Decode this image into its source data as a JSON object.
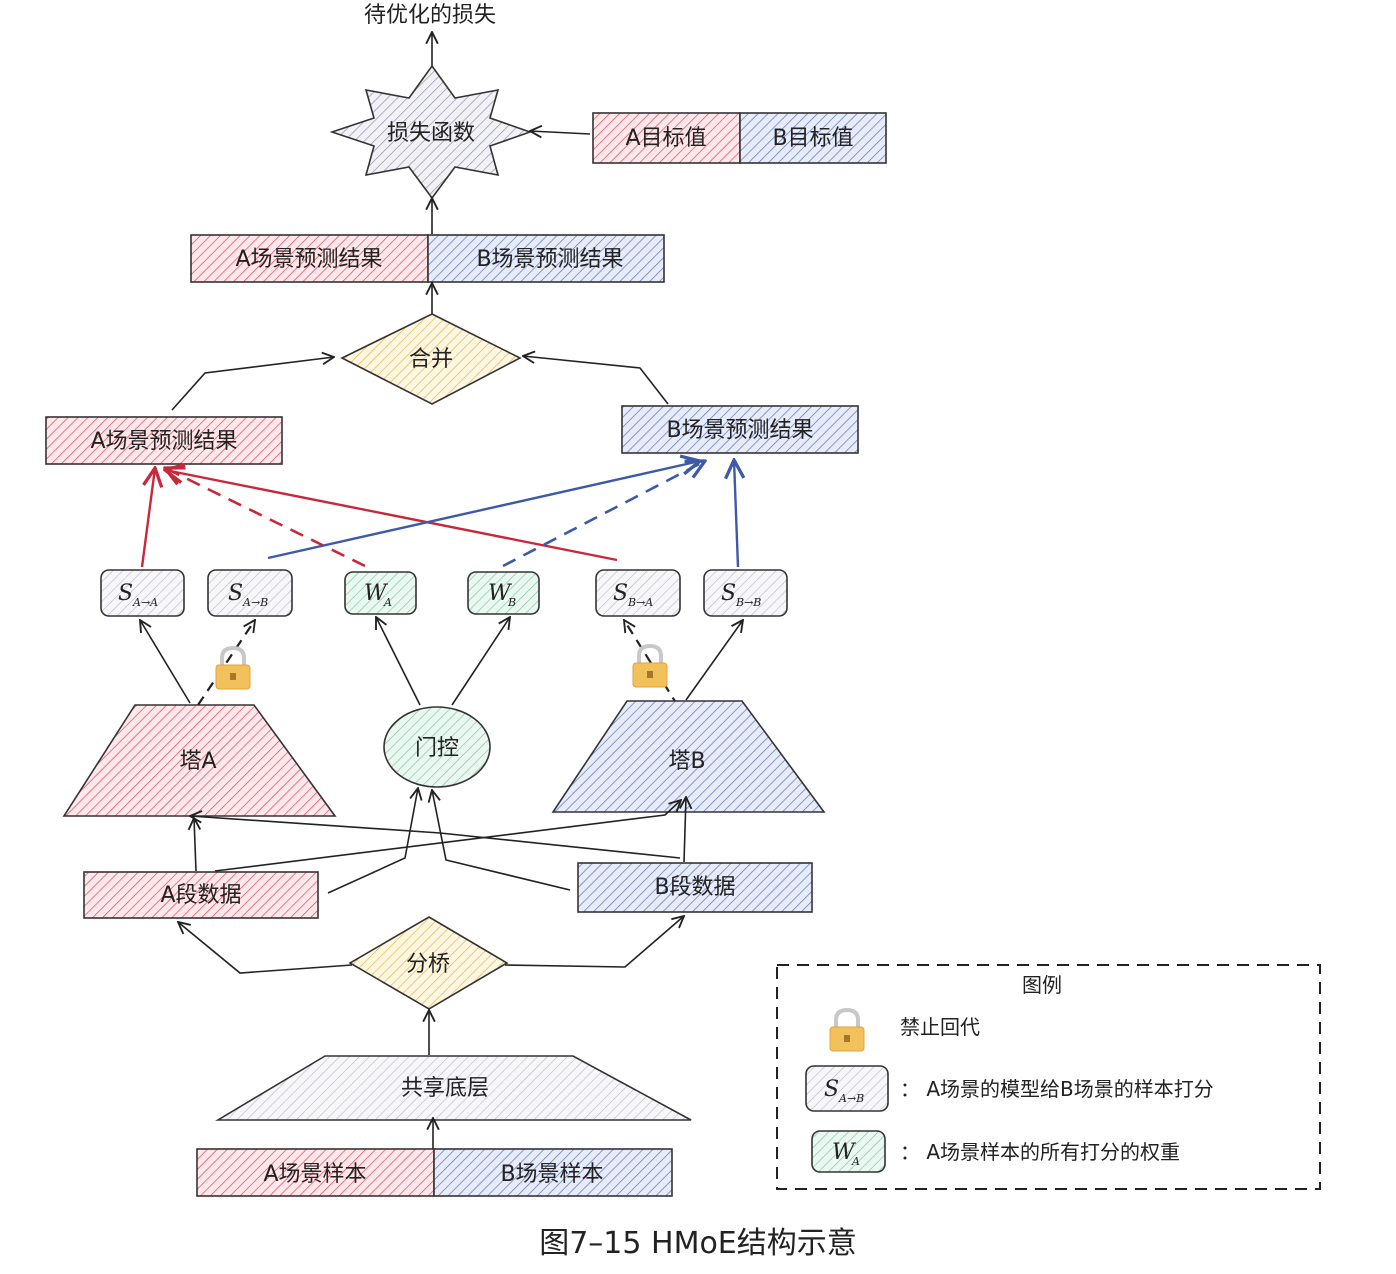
{
  "top_label": "待优化的损失",
  "loss_function": "损失函数",
  "targets": {
    "a": "A目标值",
    "b": "B目标值"
  },
  "merged_results": {
    "a": "A场景预测结果",
    "b": "B场景预测结果"
  },
  "merge": "合并",
  "scene_results": {
    "a": "A场景预测结果",
    "b": "B场景预测结果"
  },
  "scores": [
    {
      "main": "S",
      "sub": "A→A"
    },
    {
      "main": "S",
      "sub": "A→B"
    },
    {
      "main": "W",
      "sub": "A"
    },
    {
      "main": "W",
      "sub": "B"
    },
    {
      "main": "S",
      "sub": "B→A"
    },
    {
      "main": "S",
      "sub": "B→B"
    }
  ],
  "tower_a": "塔A",
  "tower_b": "塔B",
  "gate": "门控",
  "segment_data": {
    "a": "A段数据",
    "b": "B段数据"
  },
  "split": "分桥",
  "shared_bottom": "共享底层",
  "samples": {
    "a": "A场景样本",
    "b": "B场景样本"
  },
  "legend": {
    "title": "图例",
    "lock_desc": "禁止回代",
    "s_symbol": {
      "main": "S",
      "sub": "A→B"
    },
    "s_desc": "：  A场景的模型给B场景的样本打分",
    "w_symbol": {
      "main": "W",
      "sub": "A"
    },
    "w_desc": "：  A场景样本的所有打分的权重"
  },
  "caption": "图7–15 HMoE结构示意",
  "colors": {
    "red": "#c8283a",
    "blue": "#3c5aa8",
    "red_fill": "#ffd6dc",
    "blue_fill": "#d5dcf2",
    "yellow_fill": "#fbe7b8",
    "green_fill": "#cfeee0",
    "gray_fill": "#e9e9ee",
    "lock": "#f2c15b"
  }
}
